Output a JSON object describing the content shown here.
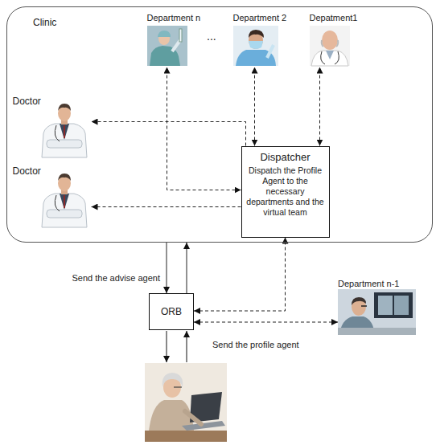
{
  "diagram": {
    "nodes": [
      {
        "text": [
          "Clinic"
        ]
      },
      {
        "text": [
          "Department n"
        ],
        "in": 0
      },
      {
        "text": [
          "Department 2"
        ],
        "in": 0
      },
      {
        "text": [
          "Depatment1"
        ],
        "in": 0
      },
      {
        "text": [
          "Doctor"
        ],
        "in": 0
      },
      {
        "text": [
          "Doctor"
        ],
        "in": 0
      },
      {
        "text": [
          "Dispatcher",
          "Dispatch the Profile Agent to the necessary departments and the virtual team"
        ],
        "in": 0
      },
      {
        "text": [
          "ORB"
        ]
      },
      {
        "text": [
          "Department n-1"
        ]
      }
    ],
    "edges": [
      {
        "from": 0,
        "to": 7,
        "label": "Send the advise agent",
        "arrow": "to"
      },
      {
        "from": 7,
        "to": 0,
        "arrow": "to"
      },
      {
        "from": 6,
        "to": 1,
        "arrow": "both"
      },
      {
        "from": 6,
        "to": 2,
        "arrow": "both"
      },
      {
        "from": 6,
        "to": 3,
        "arrow": "both"
      },
      {
        "from": 6,
        "to": 4,
        "arrow": "to"
      },
      {
        "from": 6,
        "to": 5,
        "arrow": "to"
      },
      {
        "from": 7,
        "to": 6,
        "arrow": "both"
      },
      {
        "from": 7,
        "to": 8,
        "arrow": "both"
      }
    ],
    "labels": [
      "...",
      "Send the profile agent"
    ]
  }
}
